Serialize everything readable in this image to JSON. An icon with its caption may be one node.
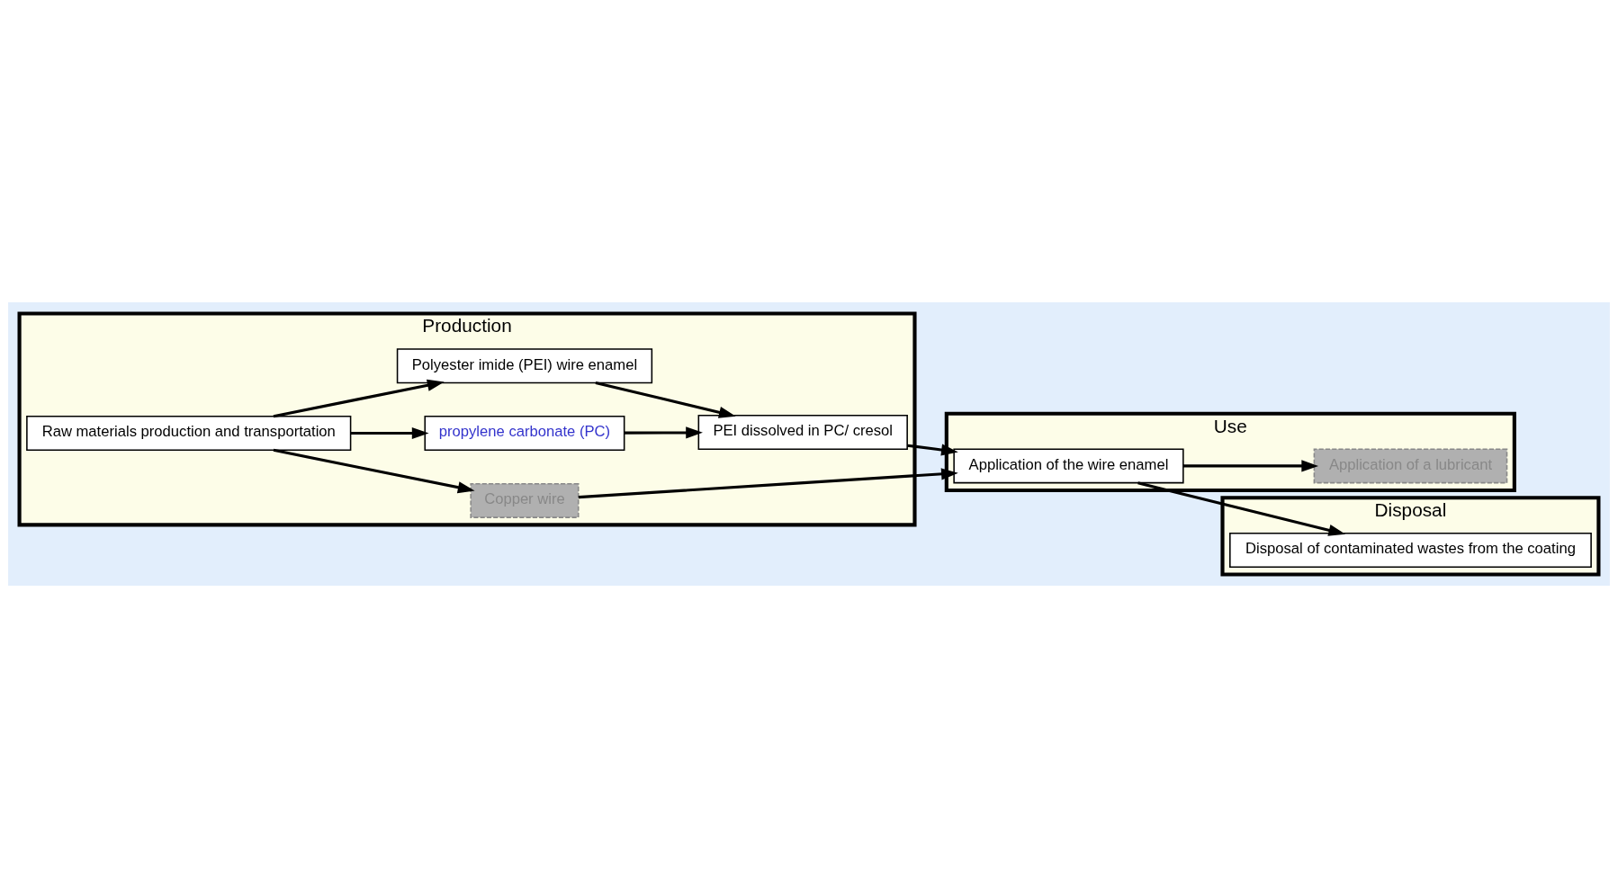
{
  "diagram": {
    "nodes": [
      {
        "text": [
          "Production"
        ]
      },
      {
        "text": [
          "Raw materials production and transportation"
        ],
        "in": 0
      },
      {
        "text": [
          "propylene carbonate (PC)"
        ],
        "in": 0
      },
      {
        "text": [
          "Polyester imide (PEI) wire enamel"
        ],
        "in": 0
      },
      {
        "text": [
          "PEI dissolved in PC/ cresol"
        ],
        "in": 0
      },
      {
        "text": [
          "Copper wire"
        ],
        "in": 0
      },
      {
        "text": [
          "Use"
        ]
      },
      {
        "text": [
          "Application of the wire enamel"
        ],
        "in": 6
      },
      {
        "text": [
          "Application of a lubricant"
        ],
        "in": 6
      },
      {
        "text": [
          "Disposal"
        ]
      },
      {
        "text": [
          "Disposal of contaminated wastes from the coating"
        ],
        "in": 9
      }
    ],
    "edges": [
      {
        "from": 1,
        "to": 2,
        "arrow": "to"
      },
      {
        "from": 1,
        "to": 3,
        "arrow": "to"
      },
      {
        "from": 2,
        "to": 4,
        "arrow": "to"
      },
      {
        "from": 3,
        "to": 4,
        "arrow": "to"
      },
      {
        "from": 1,
        "to": 5,
        "arrow": "to"
      },
      {
        "from": 4,
        "to": 7,
        "arrow": "to"
      },
      {
        "from": 5,
        "to": 7,
        "arrow": "to"
      },
      {
        "from": 7,
        "to": 8,
        "arrow": "to"
      },
      {
        "from": 7,
        "to": 10,
        "arrow": "to"
      }
    ]
  }
}
